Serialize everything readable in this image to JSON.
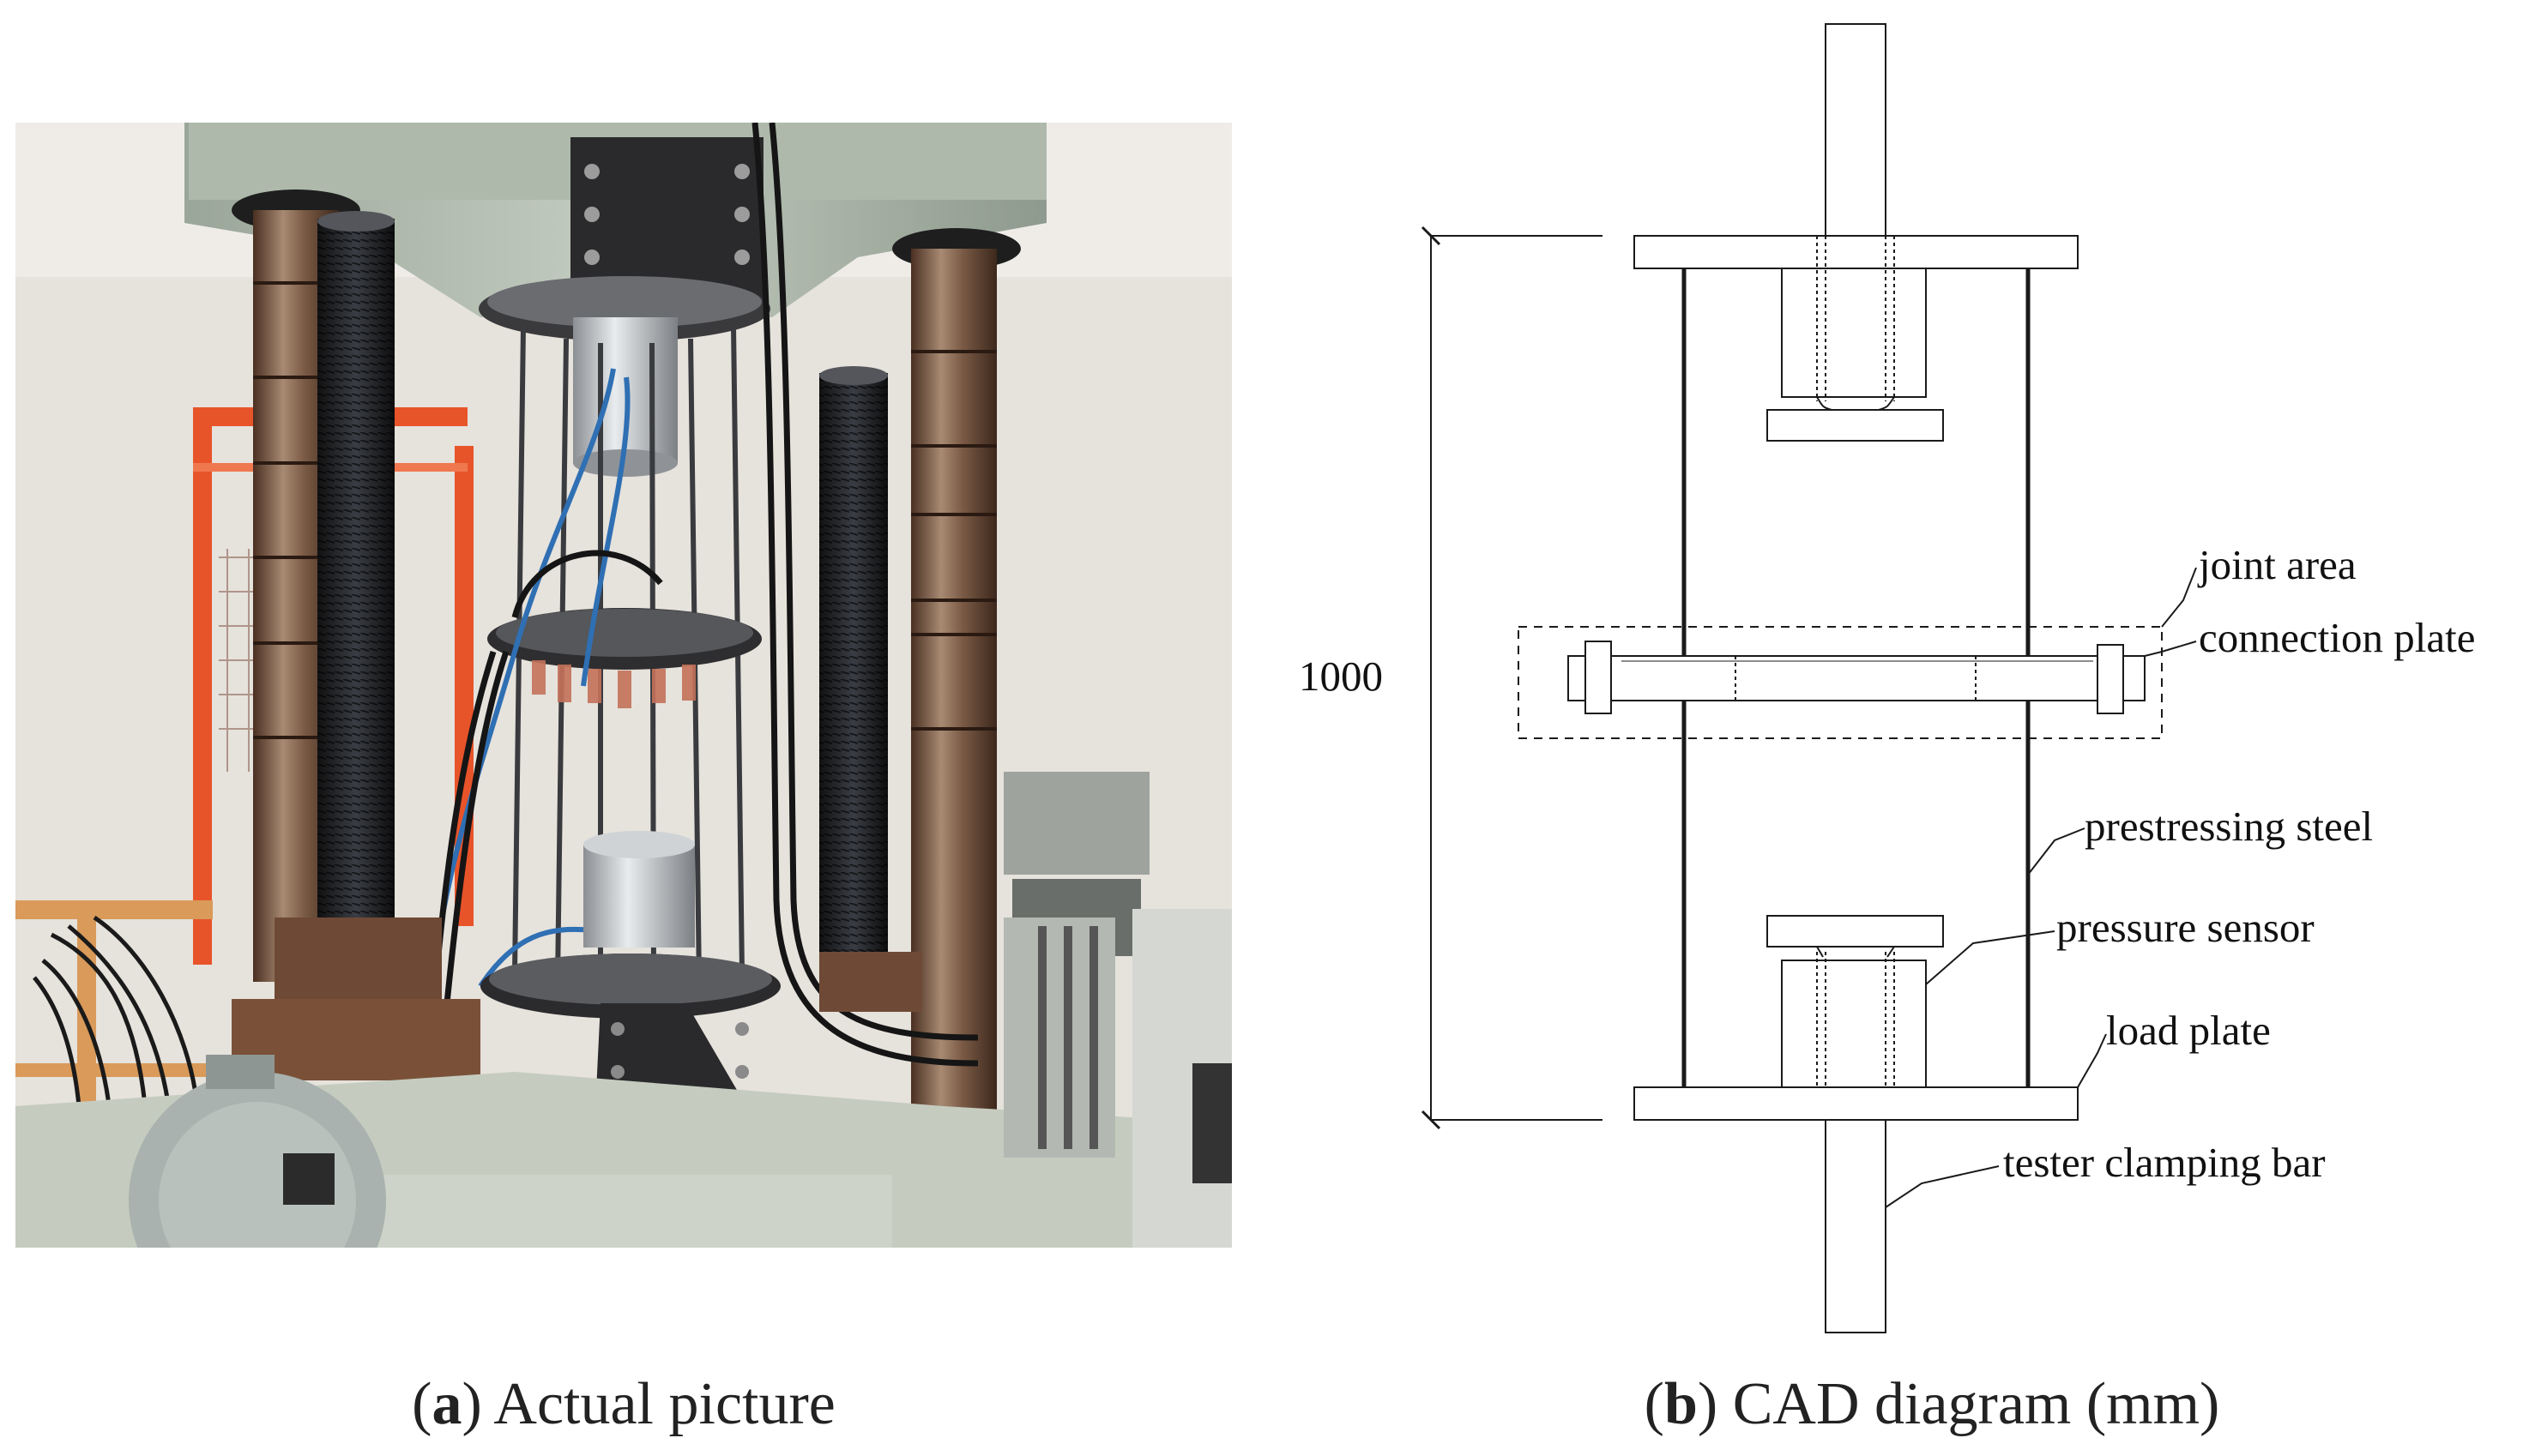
{
  "panel_a": {
    "caption_letter": "a",
    "caption_text": " Actual picture"
  },
  "panel_b": {
    "caption_letter": "b",
    "caption_text": " CAD diagram (mm)",
    "dimension": "1000",
    "labels": {
      "joint_area": "joint area",
      "connection_plate": "connection plate",
      "prestressing_steel": "prestressing steel",
      "pressure_sensor": "pressure sensor",
      "load_plate": "load plate",
      "tester_clamping_bar": "tester clamping bar"
    }
  },
  "colors": {
    "machine_green": "#b7c2b4",
    "rust": "#6e4a36",
    "orange_frame": "#e8542a",
    "wall": "#e6e2dc"
  }
}
